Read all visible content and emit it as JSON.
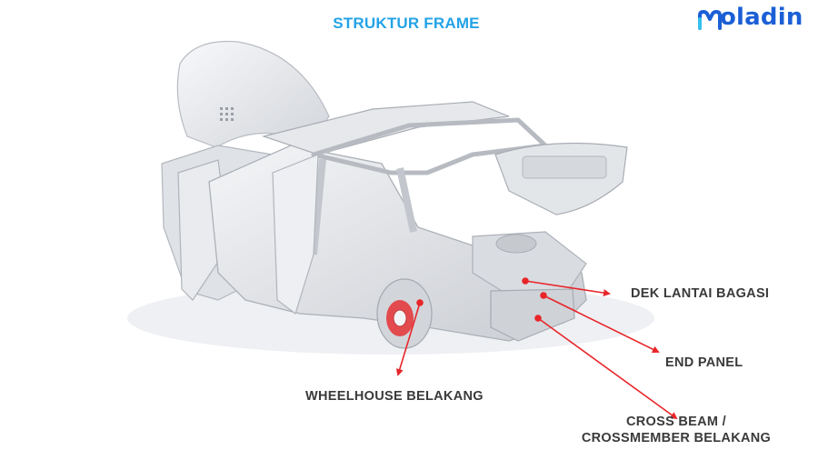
{
  "header": {
    "title": "STRUKTUR FRAME",
    "brand": "oladin",
    "brand_icon": "moladin-m-logo-icon",
    "brand_color": "#1b5fd6",
    "title_color": "#23a3e6"
  },
  "diagram": {
    "image_subject": "car-body-frame-illustration",
    "arrow_color": "#e8262a",
    "labels": {
      "rear_floor": "DEK LANTAI BAGASI",
      "end_panel": "END PANEL",
      "wheelhouse": "WHEELHOUSE BELAKANG",
      "crossbeam_line1": "CROSS BEAM /",
      "crossbeam_line2": "CROSSMEMBER BELAKANG"
    }
  }
}
